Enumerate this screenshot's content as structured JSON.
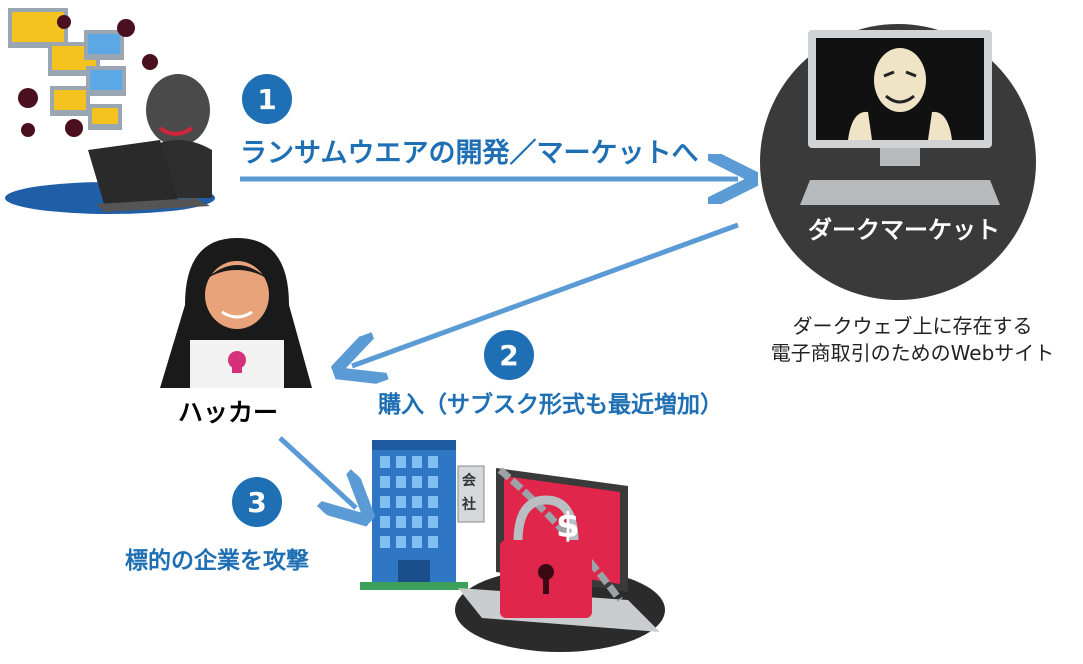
{
  "steps": [
    {
      "number": "1",
      "label": "ランサムウエアの開発／マーケットへ"
    },
    {
      "number": "2",
      "label": "購入（サブスク形式も最近増加）"
    },
    {
      "number": "3",
      "label": "標的の企業を攻撃"
    }
  ],
  "hacker_caption": "ハッカー",
  "dark_market": {
    "title": "ダークマーケット",
    "description_line1": "ダークウェブ上に存在する",
    "description_line2": "電子商取引のためのWebサイト"
  },
  "building_sign": [
    "会",
    "社"
  ],
  "ransom_symbol": "$",
  "colors": {
    "accent_blue": "#1f6fb4",
    "arrow_blue": "#5b9bd5",
    "dark": "#333333",
    "lock_red": "#e0264a"
  }
}
